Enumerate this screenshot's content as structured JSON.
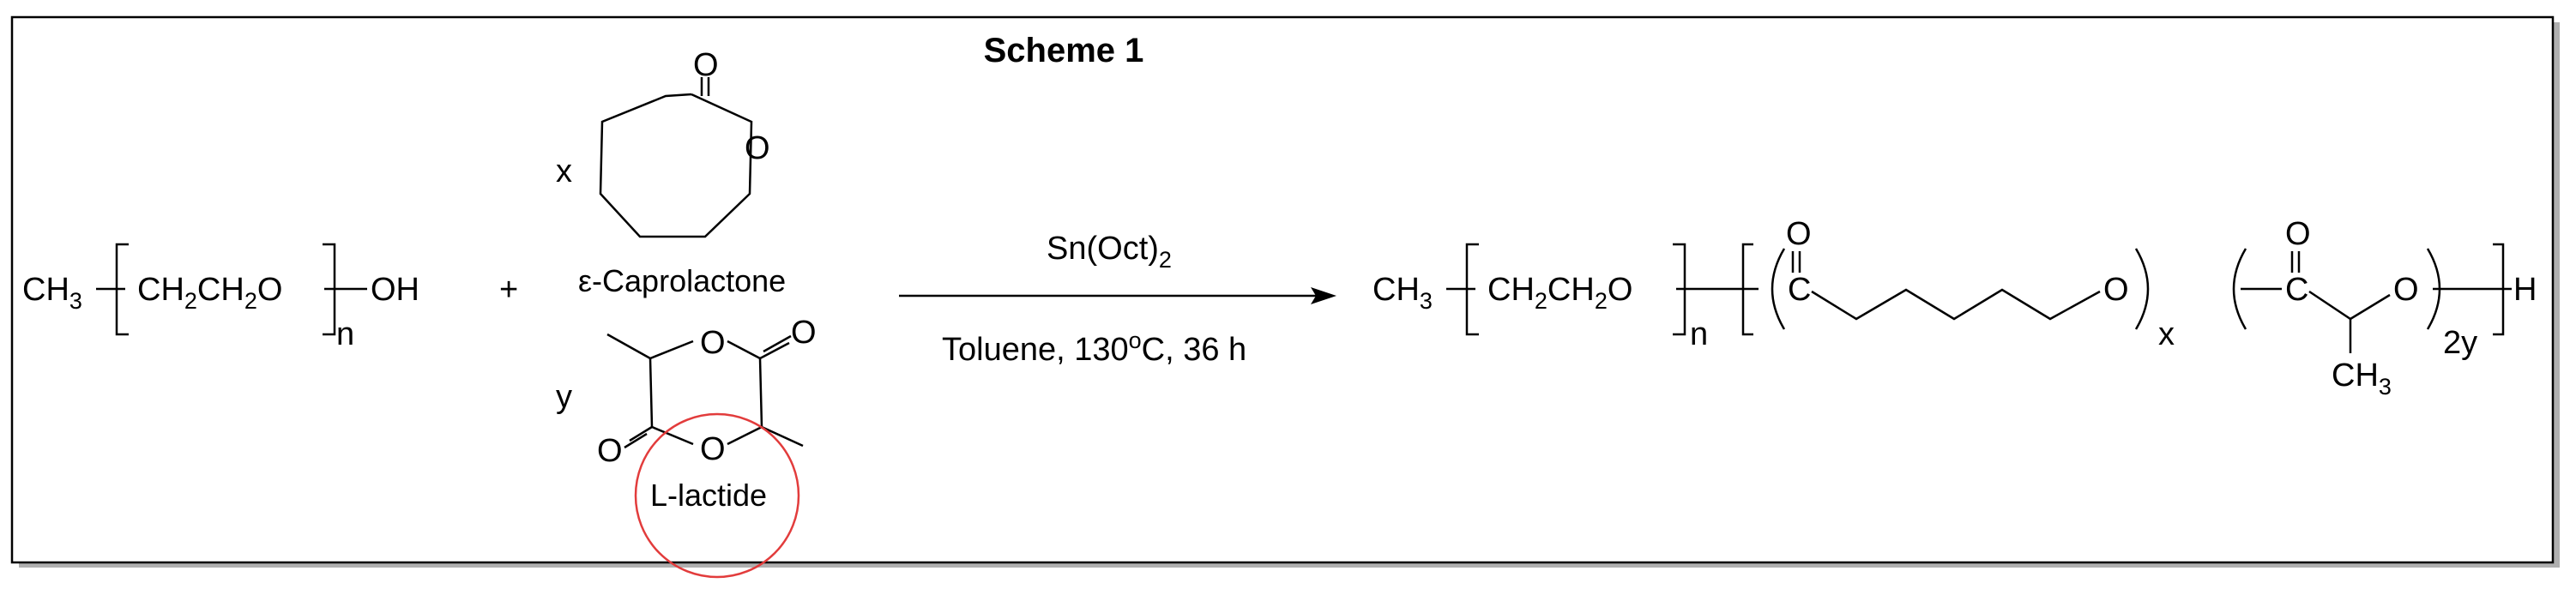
{
  "scheme": {
    "title": "Scheme 1",
    "peg": {
      "ch3": "CH",
      "ch3_sub": "3",
      "ch2a": "CH",
      "ch2a_sub": "2",
      "ch2b": "CH",
      "ch2b_sub": "2",
      "o": "O",
      "n": "n",
      "oh": "OH"
    },
    "plus": "+",
    "coef_x": "x",
    "coef_y": "y",
    "caprolactone": {
      "label": "ε-Caprolactone",
      "carbonyl_o": "O",
      "ring_o": "O"
    },
    "lactide": {
      "label": "L-lactide",
      "o_top": "O",
      "o_right": "O",
      "o_left": "O",
      "o_bottom": "O",
      "highlight_color": "#e23c3c"
    },
    "arrow": {
      "above_main": "Sn(Oct)",
      "above_sub": "2",
      "below": "Toluene, 130",
      "below_deg": "o",
      "below_tail": "C, 36 h"
    },
    "product": {
      "ch3": "CH",
      "ch3_sub": "3",
      "ch2a": "CH",
      "ch2a_sub": "2",
      "ch2b": "CH",
      "ch2b_sub": "2",
      "o_peg": "O",
      "n": "n",
      "c1": "C",
      "o_c1": "O",
      "o_end1": "O",
      "x": "x",
      "c2": "C",
      "o_c2": "O",
      "o_end2": "O",
      "methyl": "CH",
      "methyl_sub": "3",
      "y2": "2y",
      "h": "H"
    }
  }
}
